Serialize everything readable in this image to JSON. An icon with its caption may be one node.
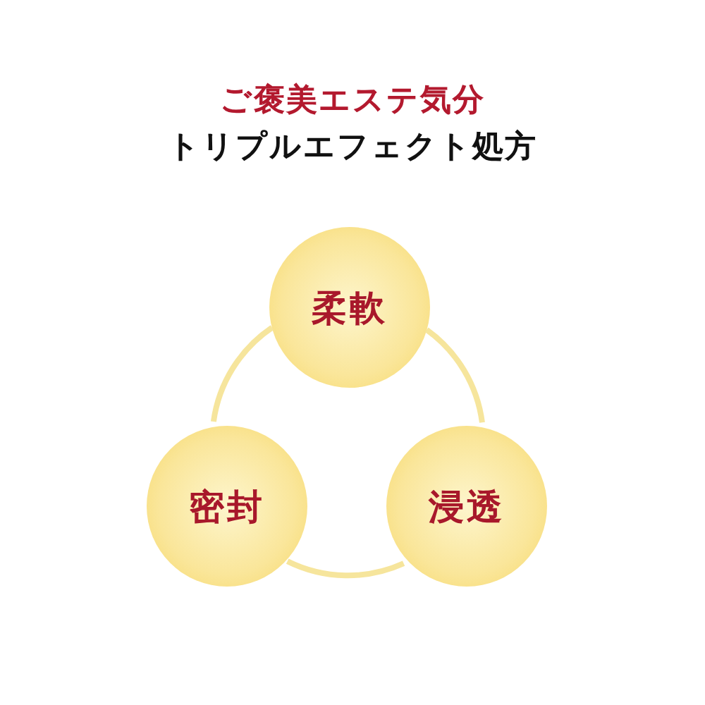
{
  "diagram": {
    "title": "ご褒美エステ気分",
    "nodes": [
      {
        "text": [
          "柔軟"
        ]
      },
      {
        "text": [
          "密封"
        ]
      },
      {
        "text": [
          "浸透"
        ]
      }
    ],
    "edges": [
      {
        "from": 0,
        "to": 1,
        "arrow": "none"
      },
      {
        "from": 0,
        "to": 2,
        "arrow": "none"
      },
      {
        "from": 1,
        "to": 2,
        "arrow": "none"
      }
    ],
    "labels": [
      "トリプルエフェクト処方"
    ]
  }
}
